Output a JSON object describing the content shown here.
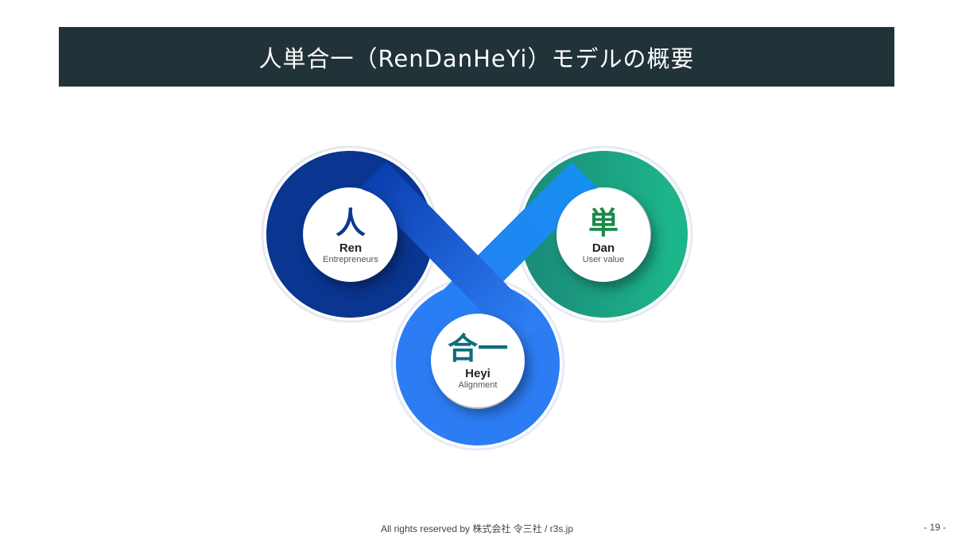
{
  "title": "人単合一（RenDanHeYi）モデルの概要",
  "nodes": [
    {
      "kanji": "人",
      "name": "Ren",
      "sub": "Entrepreneurs",
      "color": "#0a3a8c"
    },
    {
      "kanji": "単",
      "name": "Dan",
      "sub": "User value",
      "color": "#1a8a4a"
    },
    {
      "kanji": "合一",
      "name": "Heyi",
      "sub": "Alignment",
      "color": "#0e6f78"
    }
  ],
  "footer": "All rights reserved by 株式会社 令三社 / r3s.jp",
  "page_number": "- 19 -"
}
